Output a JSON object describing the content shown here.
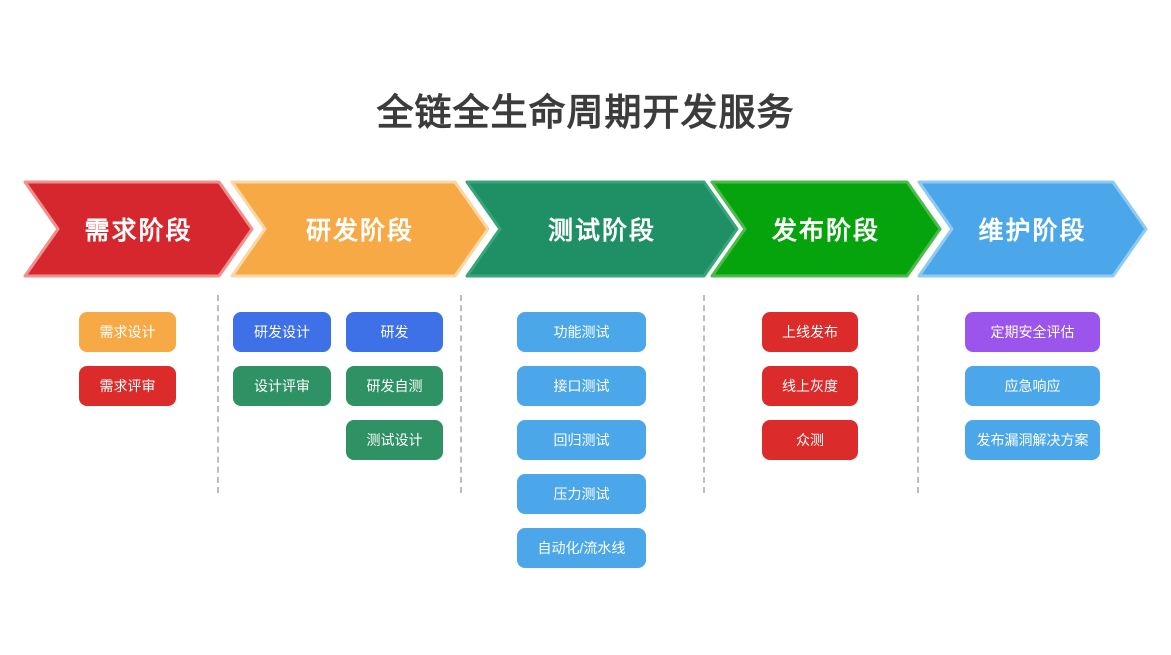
{
  "title": "全链全生命周期开发服务",
  "title_color": "#3c3c3c",
  "divider_color": "#bdbdbd",
  "phases": [
    {
      "label": "需求阶段",
      "arrow": {
        "fill": "#d7272e",
        "border": "#f0908c"
      },
      "card_columns": [
        [
          {
            "label": "需求设计",
            "color": "#f7a946"
          },
          {
            "label": "需求评审",
            "color": "#db2b2b"
          }
        ]
      ]
    },
    {
      "label": "研发阶段",
      "arrow": {
        "fill": "#f7a946",
        "border": "#fad8a6"
      },
      "card_columns": [
        [
          {
            "label": "研发设计",
            "color": "#3e70e8"
          },
          {
            "label": "设计评审",
            "color": "#2e9265"
          }
        ],
        [
          {
            "label": "研发",
            "color": "#3e70e8"
          },
          {
            "label": "研发自测",
            "color": "#2e9265"
          },
          {
            "label": "测试设计",
            "color": "#2e9265"
          }
        ]
      ]
    },
    {
      "label": "测试阶段",
      "arrow": {
        "fill": "#1f8f66",
        "border": "#38a57c"
      },
      "card_columns": [
        [
          {
            "label": "功能测试",
            "color": "#4ba7e9"
          },
          {
            "label": "接口测试",
            "color": "#4ba7e9"
          },
          {
            "label": "回归测试",
            "color": "#4ba7e9"
          },
          {
            "label": "压力测试",
            "color": "#4ba7e9"
          },
          {
            "label": "自动化/流水线",
            "color": "#4ba7e9"
          }
        ]
      ]
    },
    {
      "label": "发布阶段",
      "arrow": {
        "fill": "#05a30c",
        "border": "#4cbb4c"
      },
      "card_columns": [
        [
          {
            "label": "上线发布",
            "color": "#db2b2b"
          },
          {
            "label": "线上灰度",
            "color": "#db2b2b"
          },
          {
            "label": "众测",
            "color": "#db2b2b"
          }
        ]
      ]
    },
    {
      "label": "维护阶段",
      "arrow": {
        "fill": "#4ba7e9",
        "border": "#8fcaf3"
      },
      "card_columns": [
        [
          {
            "label": "定期安全评估",
            "color": "#9c55ec"
          },
          {
            "label": "应急响应",
            "color": "#4ba7e9"
          },
          {
            "label": "发布漏洞解决方案",
            "color": "#4ba7e9"
          }
        ]
      ]
    }
  ]
}
